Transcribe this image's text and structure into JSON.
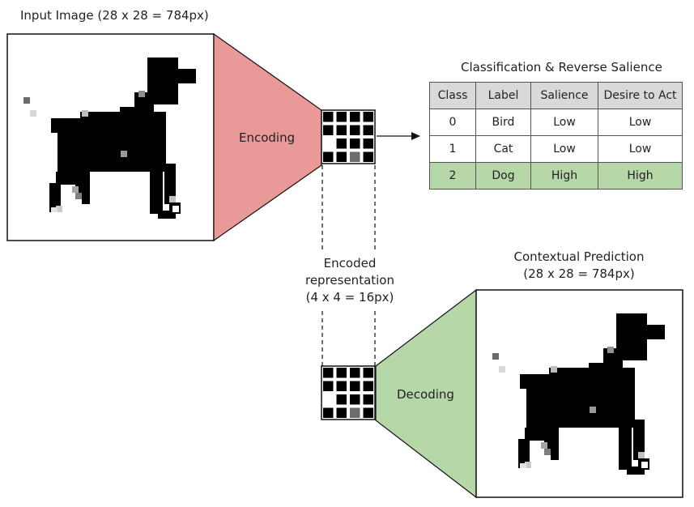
{
  "input_image": {
    "title": "Input Image (28 x 28 = 784px)"
  },
  "encoder": {
    "label": "Encoding",
    "color": "#ea9999"
  },
  "decoder": {
    "label": "Decoding",
    "color": "#b6d7a8"
  },
  "encoded": {
    "line1": "Encoded",
    "line2": "representation",
    "line3": "(4 x 4 = 16px)",
    "grid": [
      [
        1,
        1,
        1,
        1
      ],
      [
        1,
        1,
        1,
        1
      ],
      [
        0,
        1,
        1,
        1
      ],
      [
        1,
        1,
        0.5,
        1
      ]
    ]
  },
  "classification": {
    "title": "Classification & Reverse Salience",
    "headers": [
      "Class",
      "Label",
      "Salience",
      "Desire to Act"
    ],
    "rows": [
      {
        "class": "0",
        "label": "Bird",
        "salience": "Low",
        "desire": "Low"
      },
      {
        "class": "1",
        "label": "Cat",
        "salience": "Low",
        "desire": "Low"
      },
      {
        "class": "2",
        "label": "Dog",
        "salience": "High",
        "desire": "High"
      }
    ],
    "highlight_row": 2,
    "header_color": "#d9d9d9",
    "highlight_color": "#b6d7a8"
  },
  "prediction": {
    "title_line1": "Contextual Prediction",
    "title_line2": "(28 x 28 = 784px)"
  }
}
